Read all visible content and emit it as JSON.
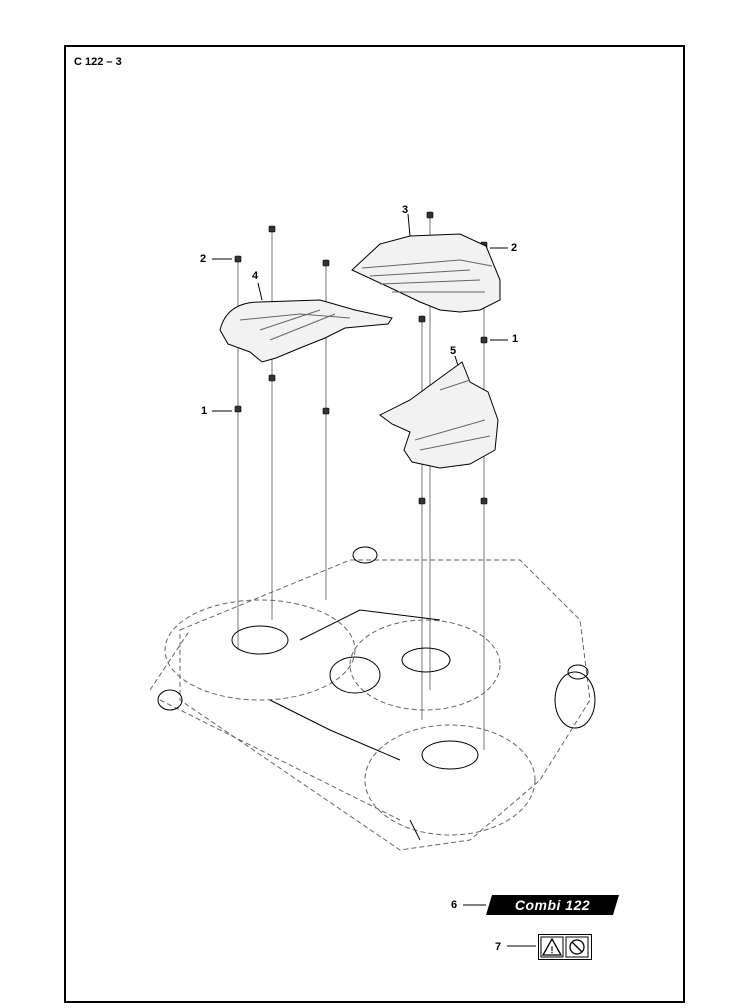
{
  "page_code": "C 122 – 3",
  "callouts": {
    "c1a": "1",
    "c1b": "1",
    "c2a": "2",
    "c2b": "2",
    "c3": "3",
    "c4": "4",
    "c5": "5",
    "c6": "6",
    "c7": "7"
  },
  "decal": {
    "combi_text": "Combi 122"
  },
  "icons": [
    "warning-triangle-icon",
    "no-hands-icon"
  ],
  "colors": {
    "line": "#000000",
    "deck_dash": "#666666",
    "cover_fill": "#f2f2f2"
  }
}
